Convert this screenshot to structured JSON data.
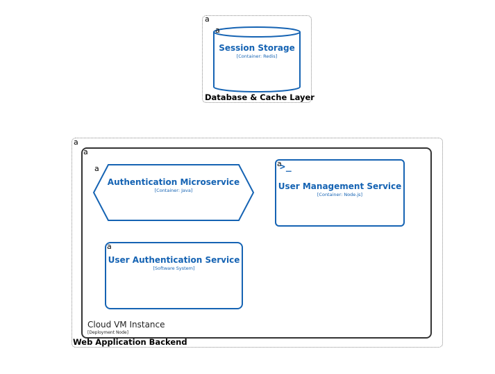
{
  "marker": "a",
  "db_layer": {
    "title": "Database & Cache Layer",
    "session_storage": {
      "title": "Session Storage",
      "subtitle": "[Container: Redis]"
    }
  },
  "backend": {
    "title": "Web Application Backend",
    "vm": {
      "title": "Cloud VM Instance",
      "subtitle": "[Deployment Node]",
      "auth_micro": {
        "title": "Authentication Microservice",
        "subtitle": "[Container: Java]"
      },
      "user_mgmt": {
        "title": "User Management Service",
        "subtitle": "[Container: Node.js]",
        "icon_glyph": ">_"
      },
      "user_auth": {
        "title": "User Authentication Service",
        "subtitle": "[Software System]"
      }
    }
  },
  "colors": {
    "accent": "#1563b3",
    "node_border": "#333333",
    "boundary": "#8a8a8a"
  }
}
